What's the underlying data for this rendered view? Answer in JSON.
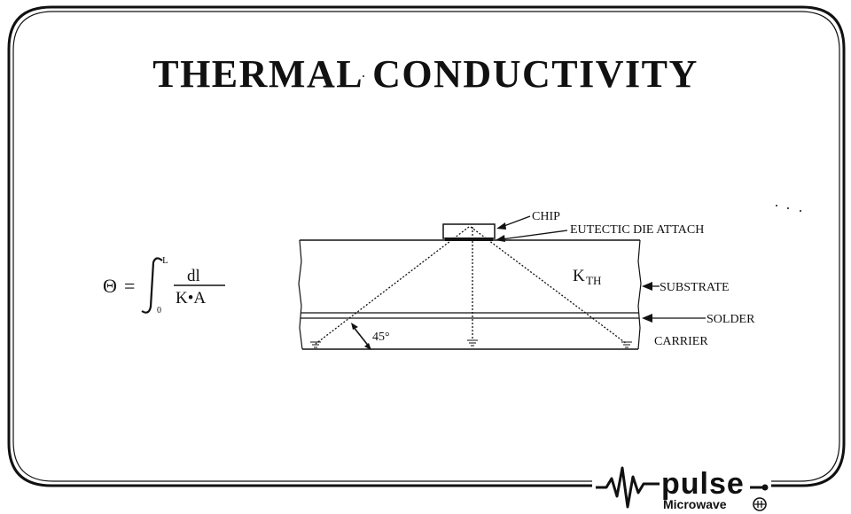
{
  "title": "THERMAL CONDUCTIVITY",
  "equation": {
    "lhs": "Θ",
    "equals": "=",
    "upper_limit": "L",
    "lower_limit": "0",
    "numerator": "dl",
    "denominator": "K•A"
  },
  "diagram": {
    "chip_label": "CHIP",
    "die_attach_label": "EUTECTIC DIE ATTACH",
    "substrate_label": "SUBSTRATE",
    "solder_label": "SOLDER",
    "carrier_label": "CARRIER",
    "k_symbol": "K",
    "k_subscript": "TH",
    "angle_label": "45°"
  },
  "logo": {
    "word": "pulse",
    "sub": "Microwave"
  }
}
